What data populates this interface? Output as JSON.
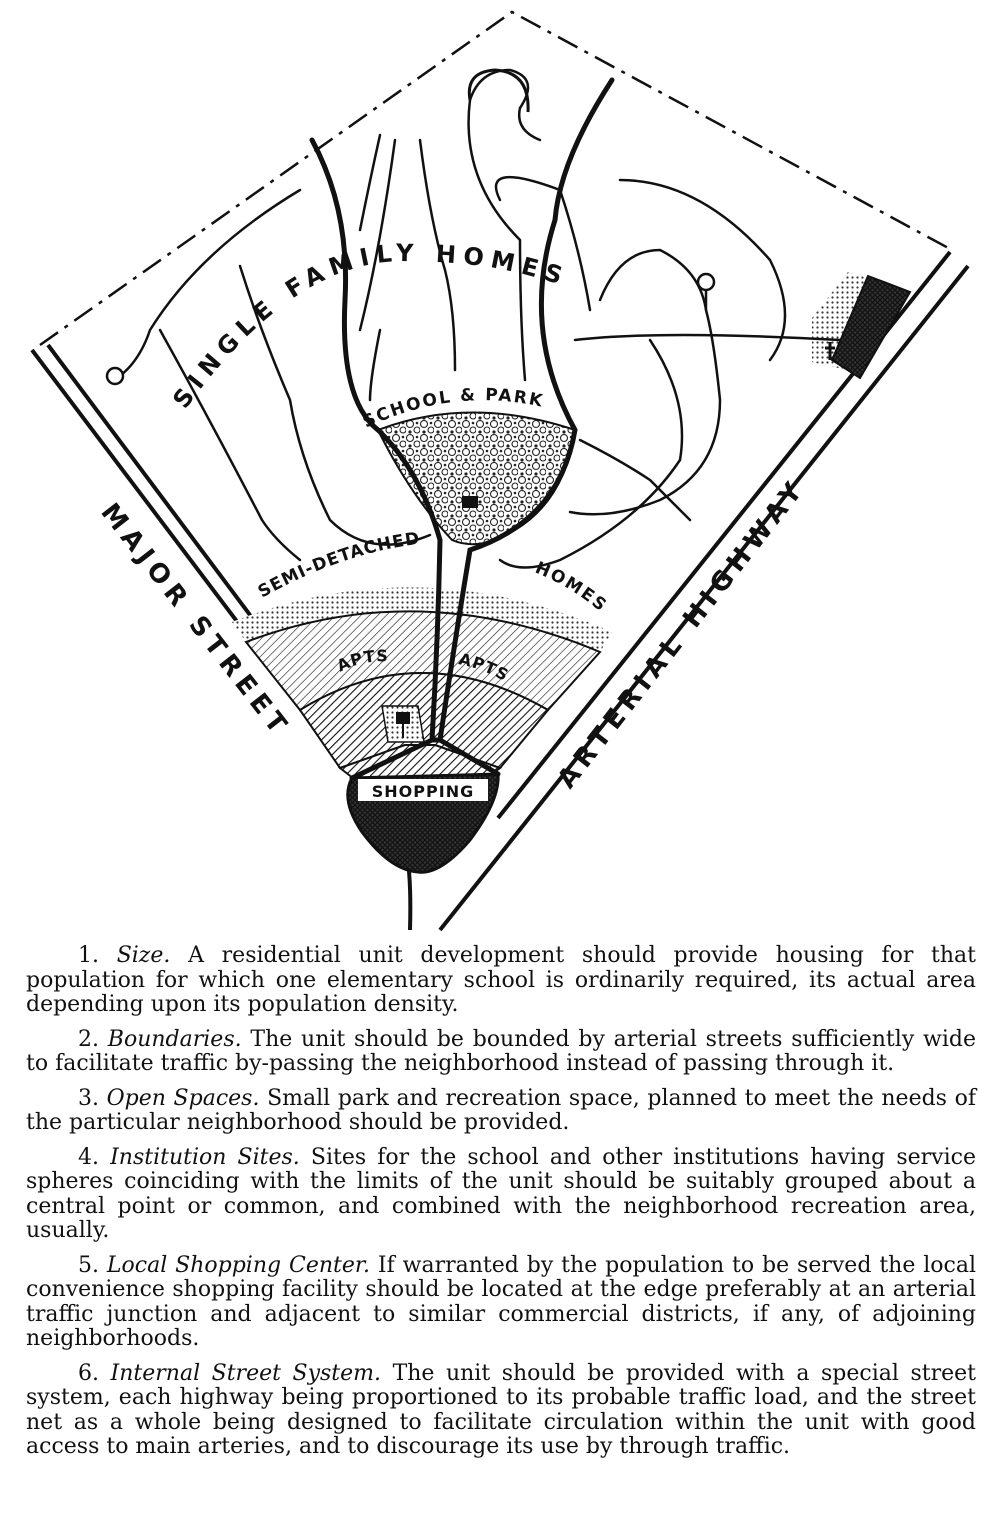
{
  "diagram": {
    "labels": {
      "single_family_homes": "SINGLE FAMILY HOMES",
      "school_park": "SCHOOL & PARK",
      "semi_detached": "SEMI-DETACHED",
      "homes": "HOMES",
      "apts_left": "APTS",
      "apts_right": "APTS",
      "shopping": "SHOPPING",
      "major_street": "MAJOR STREET",
      "arterial_highway": "ARTERIAL HIGHWAY"
    }
  },
  "principles": [
    {
      "number": "1.",
      "title": "Size.",
      "text": "A residential unit development should provide housing for that population for which one elementary school is ordinarily required, its actual area depending upon its population density."
    },
    {
      "number": "2.",
      "title": "Boundaries.",
      "text": "The unit should be bounded by arterial streets sufficiently wide to facilitate traffic by-passing the neighborhood instead of passing through it."
    },
    {
      "number": "3.",
      "title": "Open Spaces.",
      "text": "Small park and recreation space, planned to meet the needs of the particular neighborhood should be provided."
    },
    {
      "number": "4.",
      "title": "Institution Sites.",
      "text": "Sites for the school and other institutions having service spheres coinciding with the limits of the unit should be suitably grouped about a central point or common, and combined with the neighborhood recreation area, usually."
    },
    {
      "number": "5.",
      "title": "Local Shopping Center.",
      "text": "If warranted by the population to be served the local convenience shopping facility should be located at the edge preferably at an arterial traffic junction and adjacent to similar commercial districts, if any, of adjoining neighborhoods."
    },
    {
      "number": "6.",
      "title": "Internal Street System.",
      "text": "The unit should be provided with a special street system, each highway being proportioned to its probable traffic load, and the street net as a whole being designed to facilitate circulation within the unit with good access to main arteries, and to discourage its use by through traffic."
    }
  ]
}
